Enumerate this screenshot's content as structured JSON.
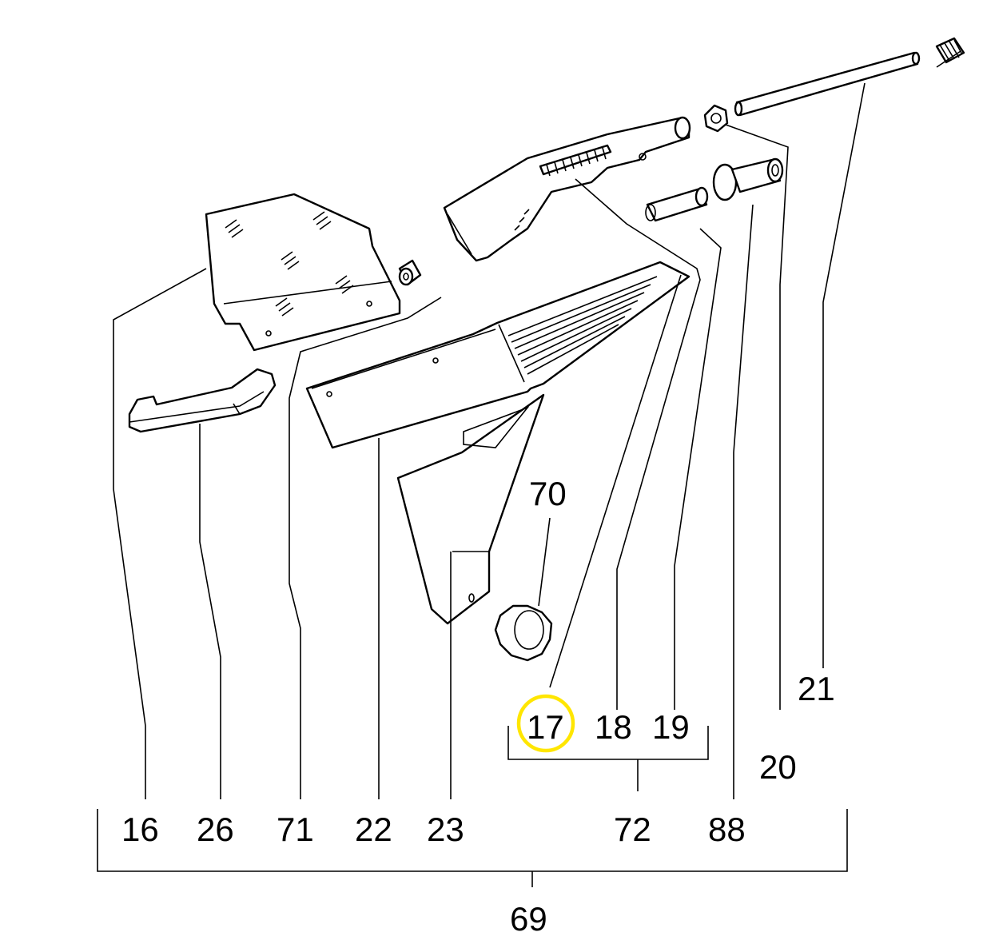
{
  "labels": {
    "l16": "16",
    "l26": "26",
    "l71": "71",
    "l22": "22",
    "l23": "23",
    "l72": "72",
    "l88": "88",
    "l69": "69",
    "l70": "70",
    "l17": "17",
    "l18": "18",
    "l19": "19",
    "l20": "20",
    "l21": "21"
  },
  "highlight": {
    "part": "17",
    "color": "#ffe600"
  }
}
